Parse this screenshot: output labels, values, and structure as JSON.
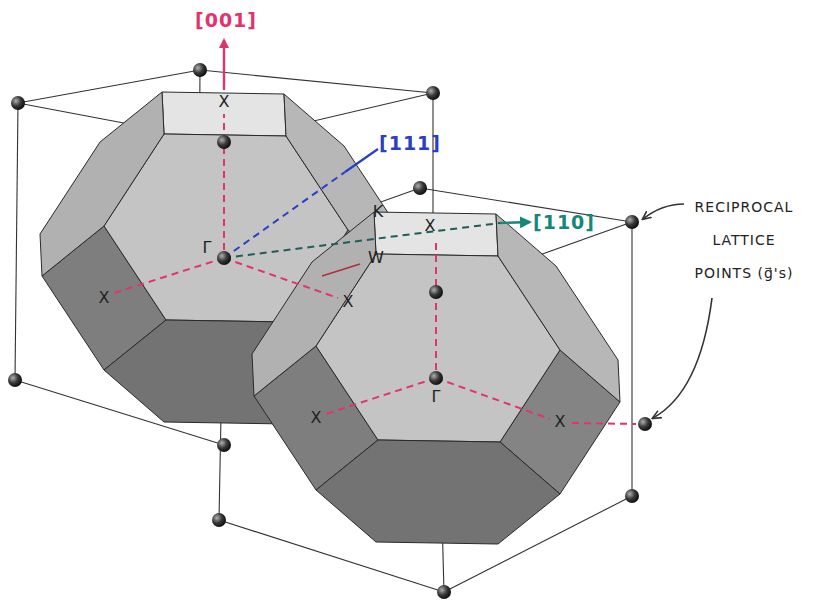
{
  "diagram": {
    "labels": [
      "[001]",
      "X",
      "[111]",
      "K",
      "X",
      "[110]",
      "RECIPROCAL LATTICE POINTS (g⃗'s)",
      "Γ",
      "W",
      "X",
      "X",
      "Γ",
      "X",
      "X"
    ]
  }
}
